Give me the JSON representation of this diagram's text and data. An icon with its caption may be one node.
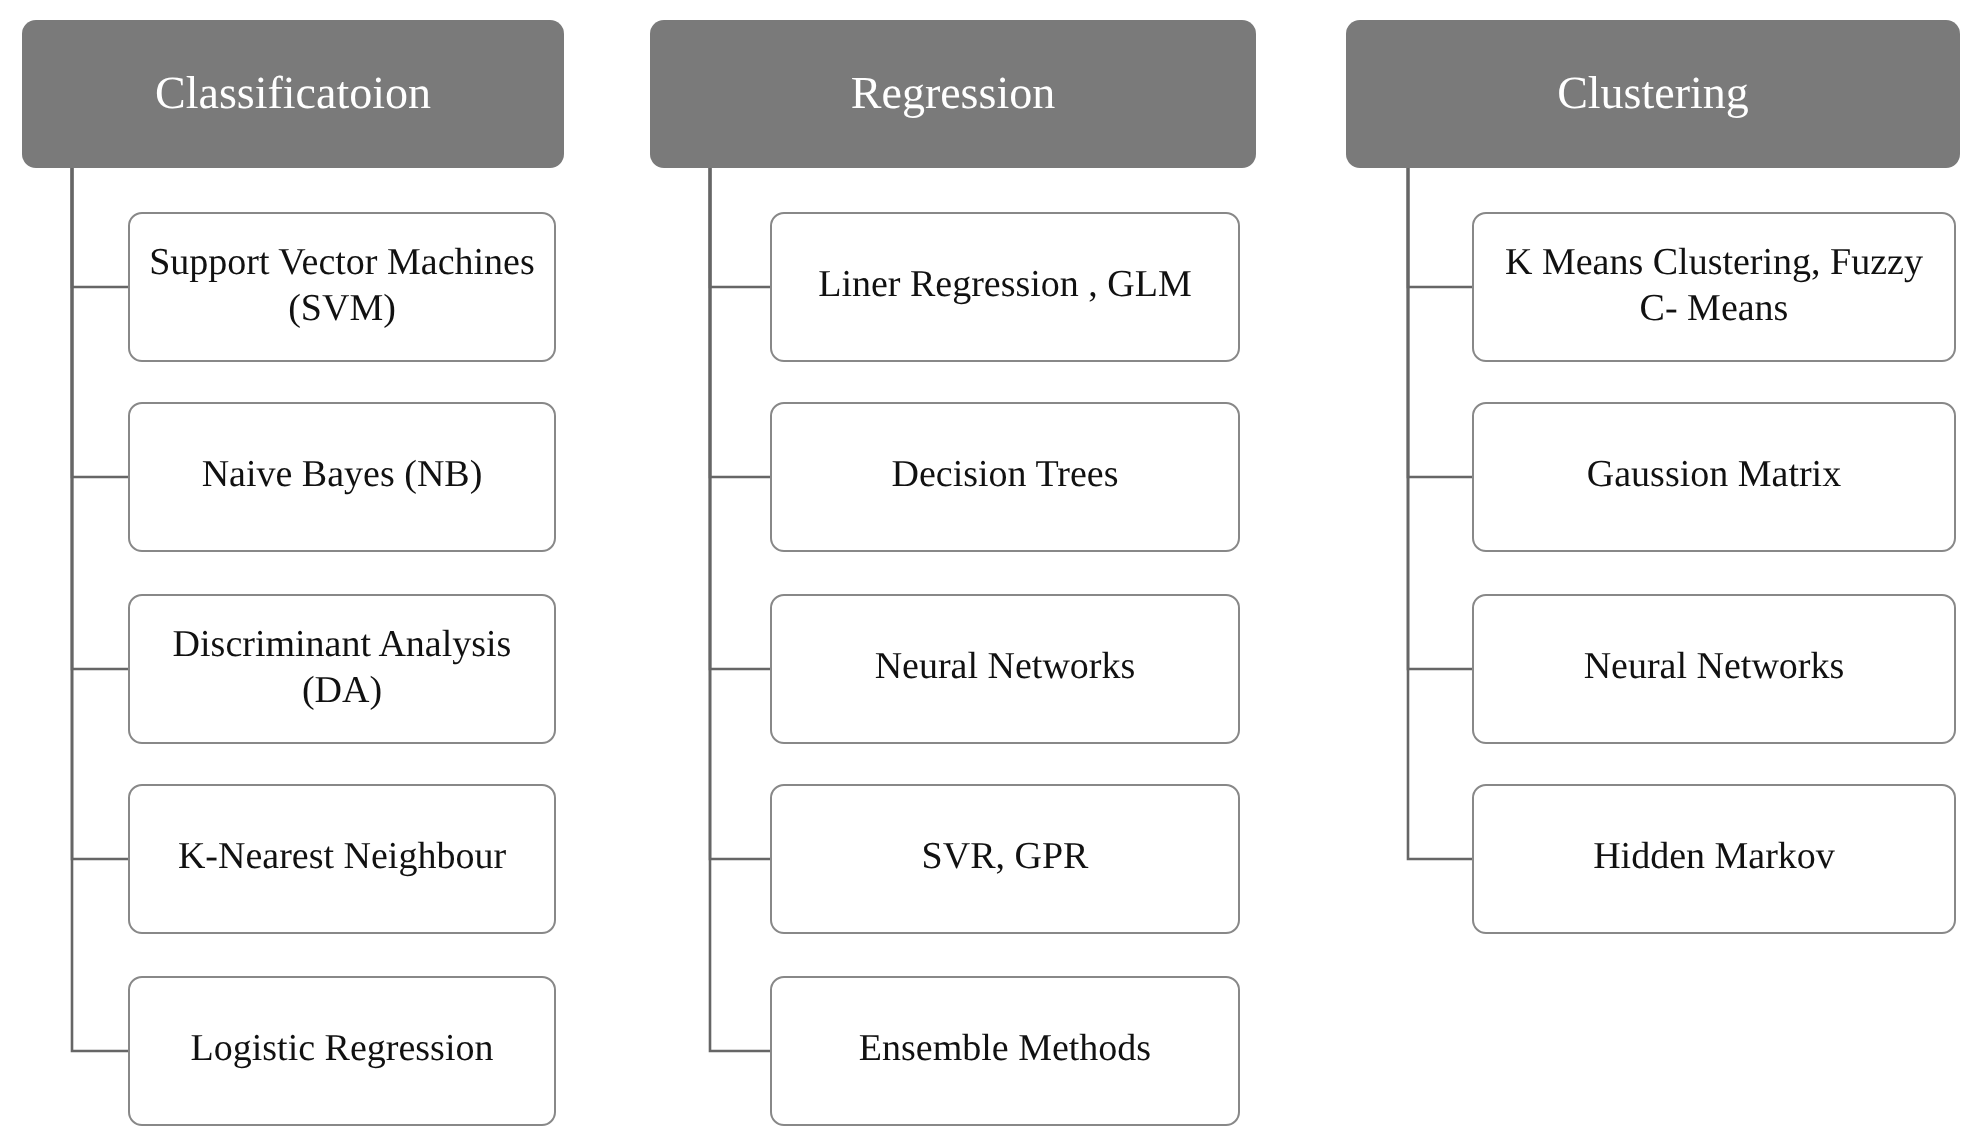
{
  "diagram": {
    "nodes": [
      {
        "text": [
          "Classificatoion"
        ]
      },
      {
        "text": [
          "Support Vector Machines (SVM)"
        ]
      },
      {
        "text": [
          "Naive Bayes (NB)"
        ]
      },
      {
        "text": [
          "Discriminant Analysis (DA)"
        ]
      },
      {
        "text": [
          "K-Nearest Neighbour"
        ]
      },
      {
        "text": [
          "Logistic Regression"
        ]
      },
      {
        "text": [
          "Regression"
        ]
      },
      {
        "text": [
          "Liner Regression , GLM"
        ]
      },
      {
        "text": [
          "Decision Trees"
        ]
      },
      {
        "text": [
          "Neural Networks"
        ]
      },
      {
        "text": [
          "SVR, GPR"
        ]
      },
      {
        "text": [
          "Ensemble Methods"
        ]
      },
      {
        "text": [
          "Clustering"
        ]
      },
      {
        "text": [
          "K Means Clustering, Fuzzy C- Means"
        ]
      },
      {
        "text": [
          "Gaussion Matrix"
        ]
      },
      {
        "text": [
          "Neural Networks"
        ]
      },
      {
        "text": [
          "Hidden Markov"
        ]
      }
    ],
    "edges": [
      {
        "from": 0,
        "to": 1,
        "arrow": "none"
      },
      {
        "from": 0,
        "to": 2,
        "arrow": "none"
      },
      {
        "from": 0,
        "to": 3,
        "arrow": "none"
      },
      {
        "from": 0,
        "to": 4,
        "arrow": "none"
      },
      {
        "from": 0,
        "to": 5,
        "arrow": "none"
      },
      {
        "from": 6,
        "to": 7,
        "arrow": "none"
      },
      {
        "from": 6,
        "to": 8,
        "arrow": "none"
      },
      {
        "from": 6,
        "to": 9,
        "arrow": "none"
      },
      {
        "from": 6,
        "to": 10,
        "arrow": "none"
      },
      {
        "from": 6,
        "to": 11,
        "arrow": "none"
      },
      {
        "from": 12,
        "to": 13,
        "arrow": "none"
      },
      {
        "from": 12,
        "to": 14,
        "arrow": "none"
      },
      {
        "from": 12,
        "to": 15,
        "arrow": "none"
      },
      {
        "from": 12,
        "to": 16,
        "arrow": "none"
      }
    ]
  }
}
